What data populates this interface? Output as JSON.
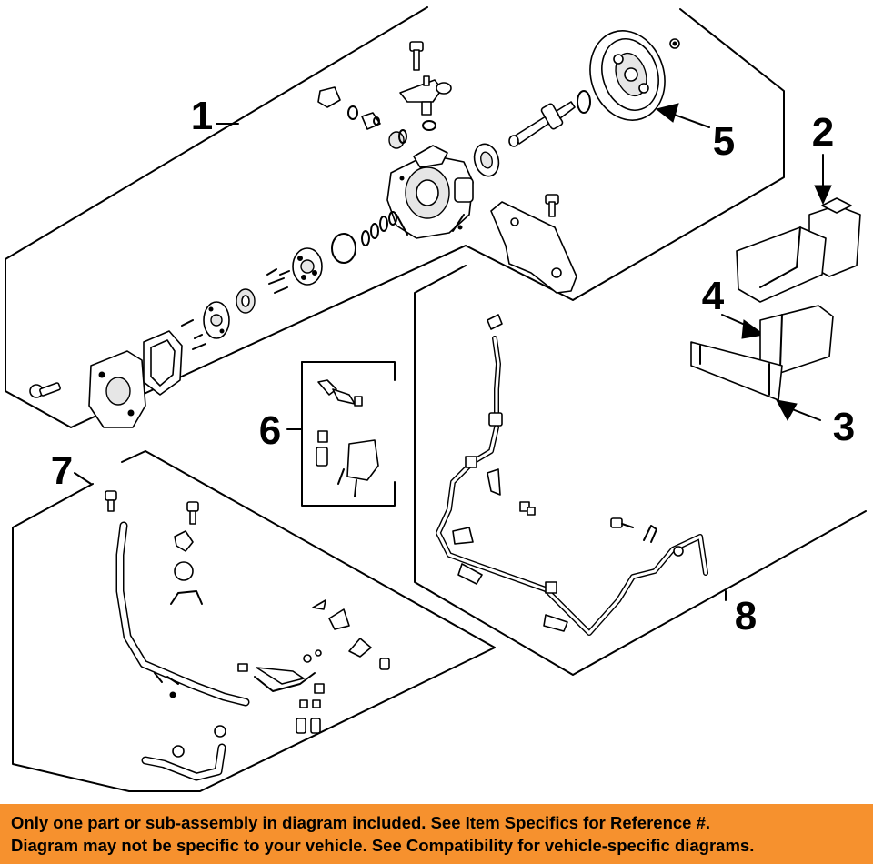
{
  "callouts": [
    {
      "id": 1,
      "label": "1"
    },
    {
      "id": 2,
      "label": "2"
    },
    {
      "id": 3,
      "label": "3"
    },
    {
      "id": 4,
      "label": "4"
    },
    {
      "id": 5,
      "label": "5"
    },
    {
      "id": 6,
      "label": "6"
    },
    {
      "id": 7,
      "label": "7"
    },
    {
      "id": 8,
      "label": "8"
    }
  ],
  "footer": {
    "background_color": "#f6912e",
    "line1": "Only one part or sub-assembly in diagram included. See Item Specifics for Reference #.",
    "line2": "Diagram may not be specific to your vehicle. See Compatibility for vehicle-specific diagrams."
  }
}
